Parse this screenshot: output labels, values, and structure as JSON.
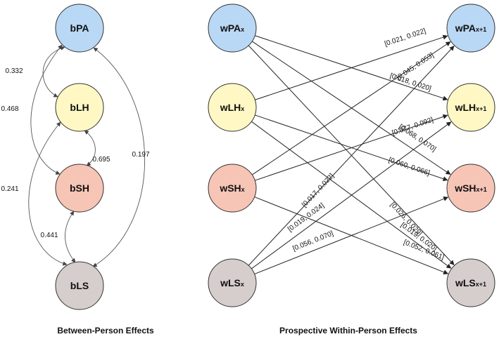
{
  "between": {
    "caption": "Between-Person Effects",
    "nodes": [
      {
        "id": "bPA",
        "label": "bPA",
        "color": "#b9d8f5"
      },
      {
        "id": "bLH",
        "label": "bLH",
        "color": "#fff8c4"
      },
      {
        "id": "bSH",
        "label": "bSH",
        "color": "#f6c5b6"
      },
      {
        "id": "bLS",
        "label": "bLS",
        "color": "#d6cecc"
      }
    ],
    "correlations": [
      {
        "from": "bPA",
        "to": "bLH",
        "label": "0.332"
      },
      {
        "from": "bPA",
        "to": "bSH",
        "label": "0.468"
      },
      {
        "from": "bLH",
        "to": "bSH",
        "label": "0.695"
      },
      {
        "from": "bPA",
        "to": "bLS",
        "label": "0.197"
      },
      {
        "from": "bLH",
        "to": "bLS",
        "label": "0.241"
      },
      {
        "from": "bSH",
        "to": "bLS",
        "label": "0.441"
      }
    ]
  },
  "within": {
    "caption": "Prospective Within-Person Effects",
    "left_nodes": [
      {
        "id": "wPA",
        "base": "wPA",
        "sub": "x",
        "color": "#b9d8f5"
      },
      {
        "id": "wLH",
        "base": "wLH",
        "sub": "x",
        "color": "#fff8c4"
      },
      {
        "id": "wSH",
        "base": "wSH",
        "sub": "x",
        "color": "#f6c5b6"
      },
      {
        "id": "wLS",
        "base": "wLS",
        "sub": "x",
        "color": "#d6cecc"
      }
    ],
    "right_nodes": [
      {
        "id": "wPA1",
        "base": "wPA",
        "sub": "x+1",
        "color": "#b9d8f5"
      },
      {
        "id": "wLH1",
        "base": "wLH",
        "sub": "x+1",
        "color": "#fff8c4"
      },
      {
        "id": "wSH1",
        "base": "wSH",
        "sub": "x+1",
        "color": "#f6c5b6"
      },
      {
        "id": "wLS1",
        "base": "wLS",
        "sub": "x+1",
        "color": "#d6cecc"
      }
    ],
    "paths": [
      {
        "from": "wPA",
        "to": "wLH1",
        "label": "[0.018, 0.020]"
      },
      {
        "from": "wPA",
        "to": "wLS1",
        "label": "[0.026, 0.029]"
      },
      {
        "from": "wLH",
        "to": "wPA1",
        "label": "[0.021, 0.022]"
      },
      {
        "from": "wLH",
        "to": "wSH1",
        "label": "[0.060, 0.066]"
      },
      {
        "from": "wSH",
        "to": "wPA1",
        "label": "[0.045, 0.053]"
      },
      {
        "from": "wSH",
        "to": "wLH1",
        "label": "[0.077, 0.092]"
      },
      {
        "from": "wSH",
        "to": "wLS1",
        "label": "[0.052, 0.061]"
      },
      {
        "from": "wLS",
        "to": "wPA1",
        "label": "[0.017, 0.022]"
      },
      {
        "from": "wLS",
        "to": "wLH1",
        "label": "[0.019, 0.024]"
      },
      {
        "from": "wLS",
        "to": "wSH1",
        "label": "[0.056, 0.070]"
      },
      {
        "from": "wPA",
        "to": "wSH1",
        "label": "[0.068, 0.070]"
      },
      {
        "from": "wLH",
        "to": "wLS1",
        "label": "[0.019, 0.020]"
      }
    ]
  }
}
